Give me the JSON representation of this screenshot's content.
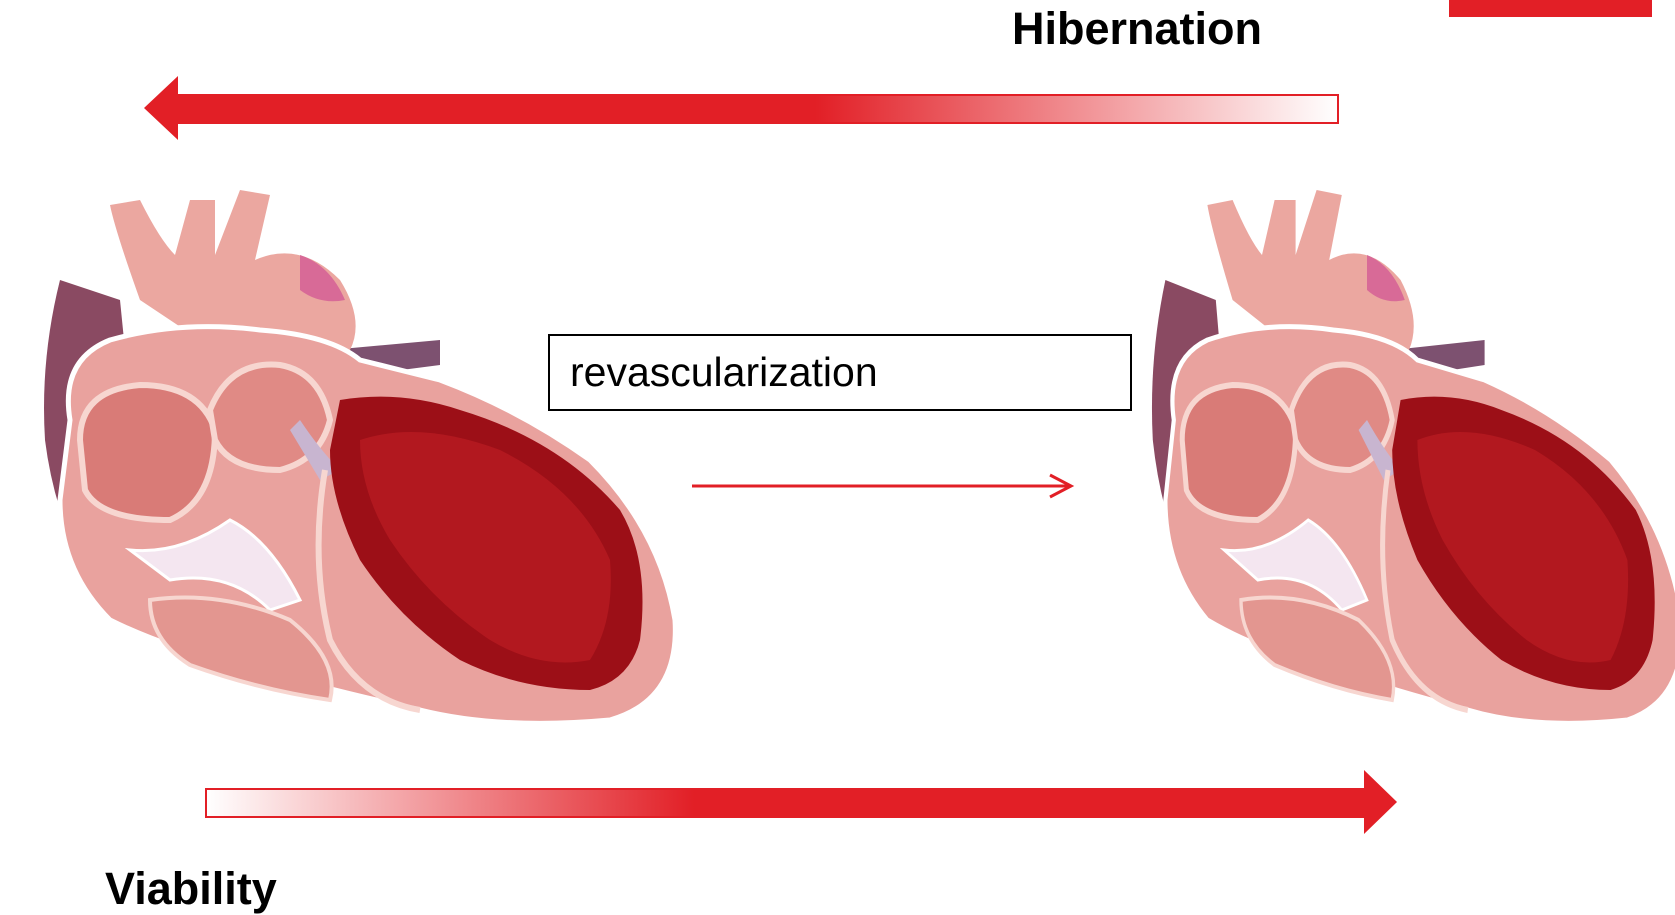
{
  "labels": {
    "hibernation": "Hibernation",
    "revascularization": "revascularization",
    "viability": "Viability"
  },
  "colors": {
    "accent": "#e21f26",
    "chamber_dark": "#9c0f17",
    "tissue": "#e9a29e",
    "tissue_light": "#f6d2cc",
    "purple": "#8a4a62"
  },
  "icons": {
    "left_heart": "heart-cross-section-before",
    "right_heart": "heart-cross-section-after"
  }
}
